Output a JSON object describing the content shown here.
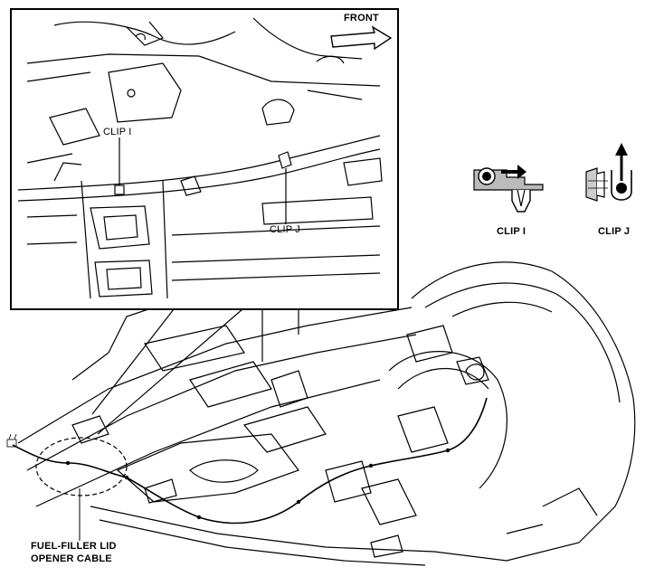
{
  "labels": {
    "front": "FRONT",
    "inset_clip_i": "CLIP I",
    "inset_clip_j": "CLIP J",
    "legend_clip_i": "CLIP I",
    "legend_clip_j": "CLIP J",
    "cable_line1": "FUEL-FILLER LID",
    "cable_line2": "OPENER CABLE"
  }
}
